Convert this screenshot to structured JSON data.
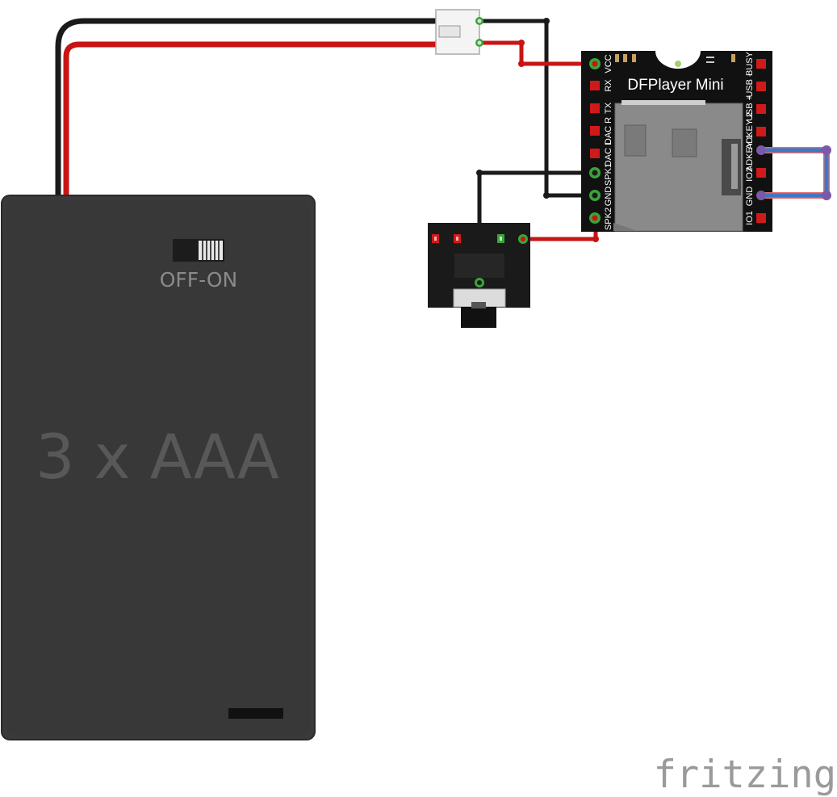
{
  "battery": {
    "label": "3 x AAA",
    "switch_label": "OFF-ON"
  },
  "module": {
    "title": "DFPlayer Mini",
    "left_pins": [
      "VCC",
      "RX",
      "TX",
      "DAC R",
      "DAC L",
      "SPK1",
      "GND",
      "SPK2"
    ],
    "right_pins": [
      "BUSY",
      "USB -",
      "USB +",
      "ADKEY 2",
      "ADKEY 1",
      "IO2",
      "GND",
      "IO1"
    ]
  },
  "watermark": "fritzing",
  "colors": {
    "wire_red": "#c81414",
    "wire_black": "#1a1a1a",
    "wire_blue": "#3a78c8",
    "pin_red": "#d01a1a",
    "pin_green": "#38a538",
    "battery_body": "#3a3a3a",
    "board_black": "#111111",
    "sd_slot": "#8a8a8a"
  }
}
